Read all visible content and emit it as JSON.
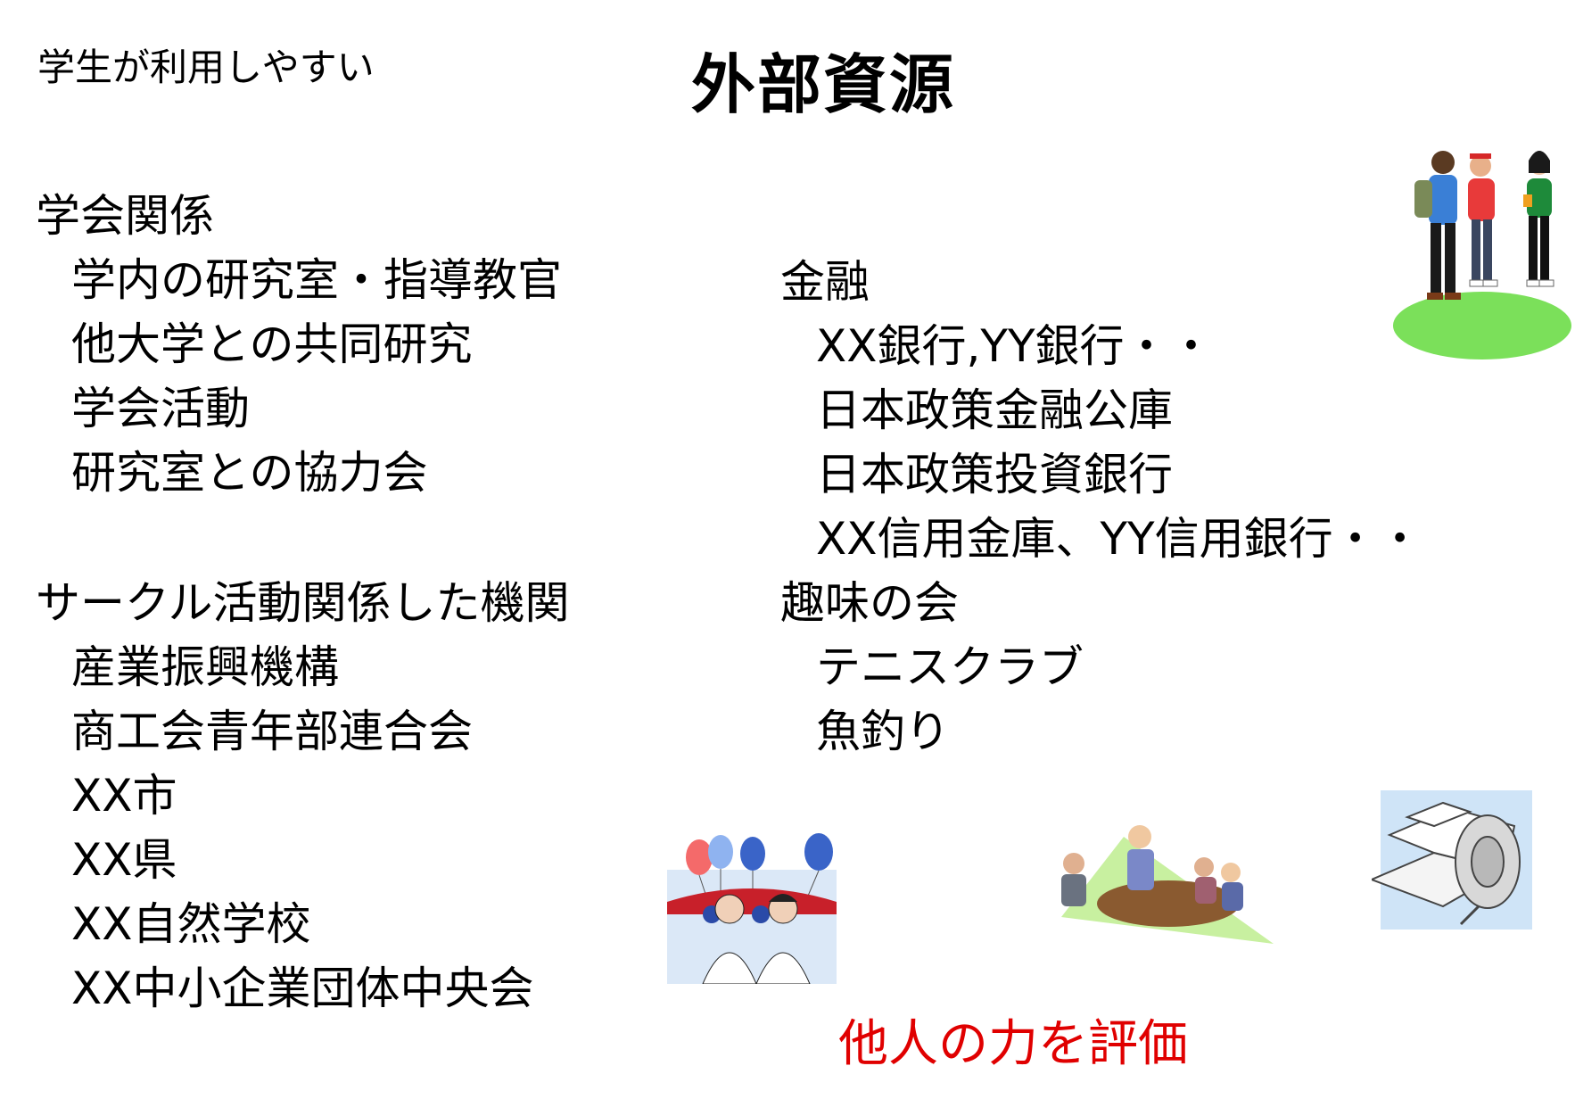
{
  "header": {
    "subtitle": "学生が利用しやすい",
    "title": "外部資源"
  },
  "left_column": {
    "academic": {
      "heading": "学会関係",
      "items": [
        "学内の研究室・指導教官",
        "他大学との共同研究",
        "学会活動",
        "研究室との協力会"
      ]
    },
    "circle": {
      "heading": "サークル活動関係した機関",
      "items": [
        "産業振興機構",
        "商工会青年部連合会",
        "XX市",
        "XX県",
        "XX自然学校",
        "XX中小企業団体中央会"
      ]
    }
  },
  "right_column": {
    "finance": {
      "heading": "金融",
      "items": [
        "XX銀行,YY銀行・・",
        "日本政策金融公庫",
        "日本政策投資銀行",
        "XX信用金庫、YY信用銀行・・"
      ]
    },
    "hobby": {
      "heading": "趣味の会",
      "items": [
        "テニスクラブ",
        "魚釣り"
      ]
    }
  },
  "footer": {
    "message": "他人の力を評価"
  },
  "colors": {
    "footer_text": "#e00000",
    "grass": "#7be05a",
    "rolodex_bg": "#cfe4f7"
  },
  "clipart": [
    "students-clipart",
    "party-clipart",
    "meeting-clipart",
    "rolodex-clipart"
  ]
}
